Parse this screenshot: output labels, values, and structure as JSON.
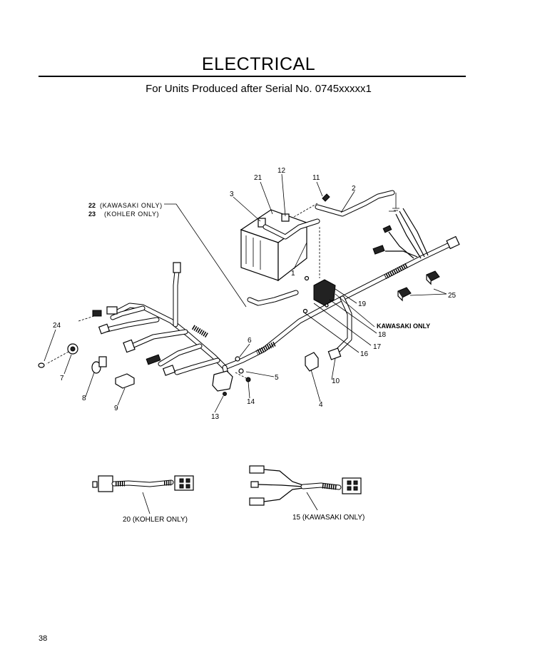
{
  "page": {
    "title": "ELECTRICAL",
    "subtitle": "For Units Produced after Serial No. 0745xxxxx1",
    "page_number": "38"
  },
  "callouts": {
    "c1": "1",
    "c2": "2",
    "c3": "3",
    "c4": "4",
    "c5": "5",
    "c6": "6",
    "c7": "7",
    "c8": "8",
    "c9": "9",
    "c10": "10",
    "c11": "11",
    "c12": "12",
    "c13": "13",
    "c14": "14",
    "c16": "16",
    "c17": "17",
    "c18": "18",
    "c19": "19",
    "c21": "21",
    "c24": "24",
    "c25": "25",
    "c22_num": "22",
    "c22_text": "(KAWASAKI ONLY)",
    "c23_num": "23",
    "c23_text": "(KOHLER ONLY)",
    "kawasaki_only": "KAWASAKI ONLY",
    "c20": "20 (KOHLER ONLY)",
    "c15": "15  (KAWASAKI ONLY)"
  }
}
